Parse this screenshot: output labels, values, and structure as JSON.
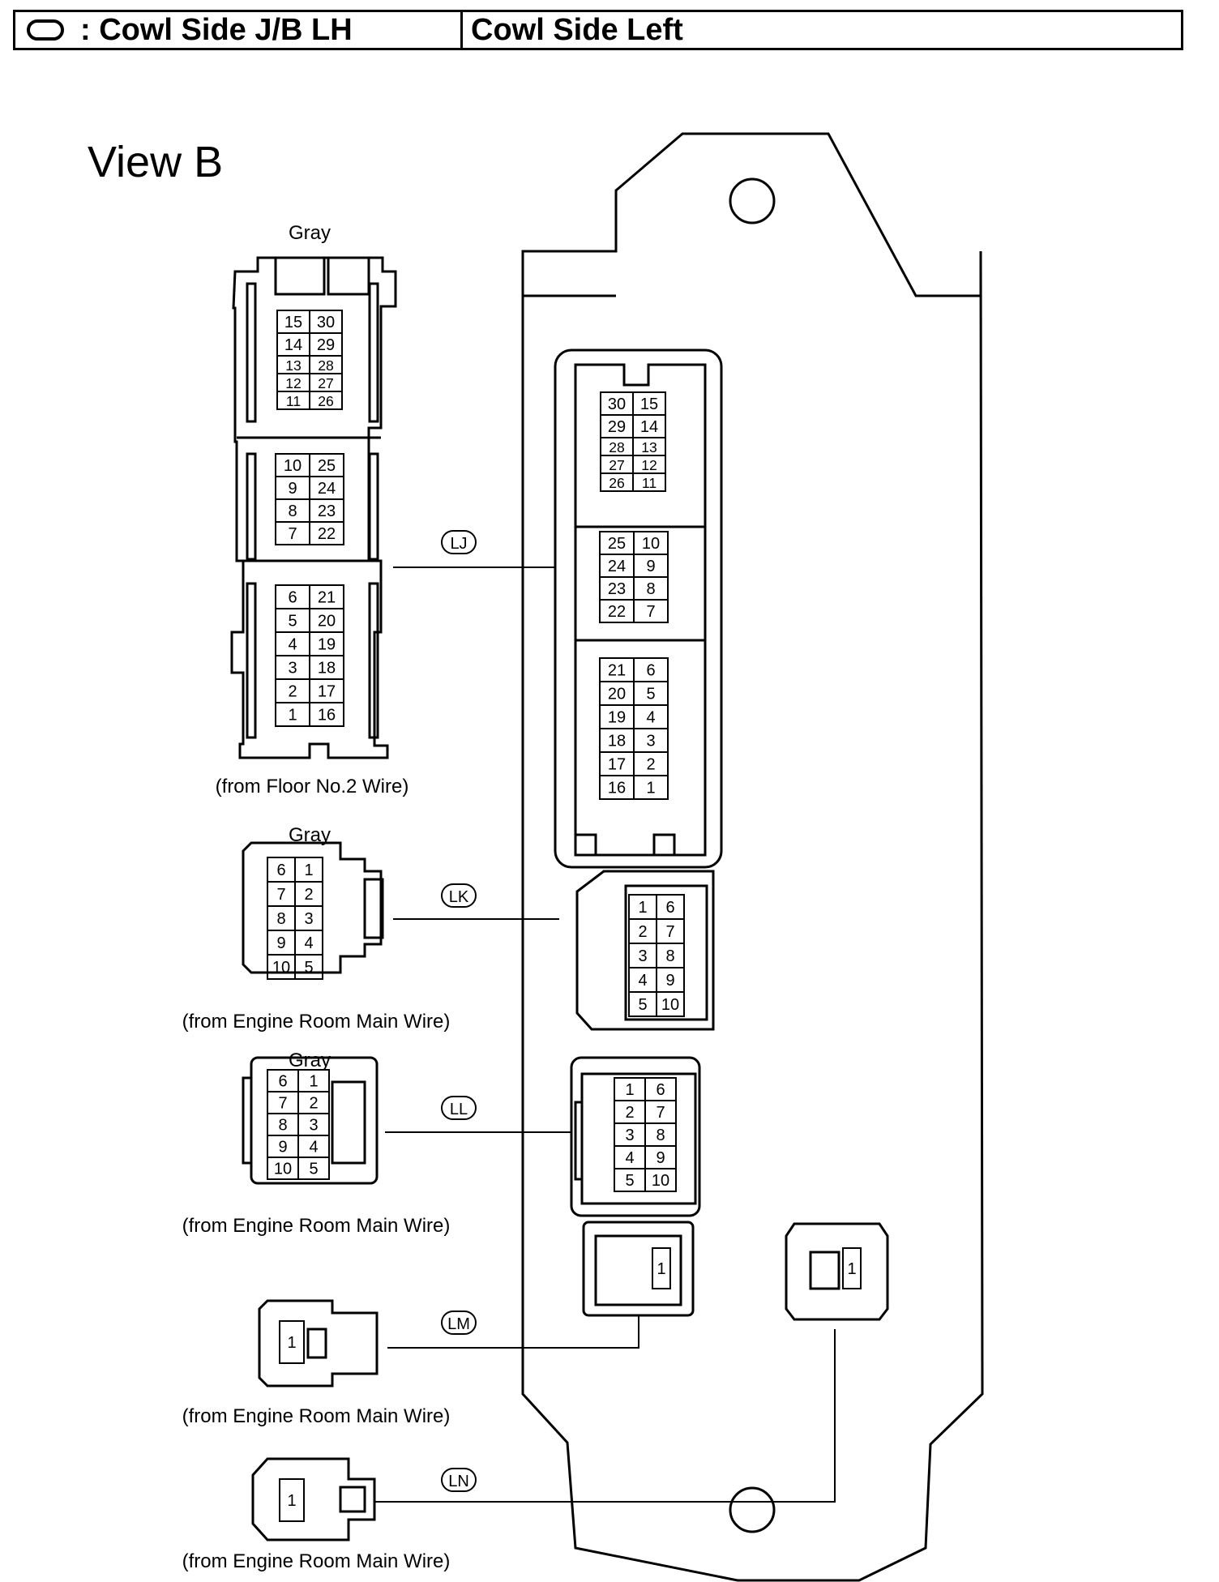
{
  "header": {
    "symbol_icon": "oval-icon",
    "jb_label": ": Cowl Side J/B LH",
    "location": "Cowl Side Left"
  },
  "view_title": "View B",
  "connectors": {
    "LJ": {
      "code": "LJ",
      "color": "Gray",
      "source": "(from Floor No.2 Wire)",
      "pins_plug": [
        [
          "15",
          "30"
        ],
        [
          "14",
          "29"
        ],
        [
          "13",
          "28"
        ],
        [
          "12",
          "27"
        ],
        [
          "11",
          "26"
        ],
        [
          "10",
          "25"
        ],
        [
          "9",
          "24"
        ],
        [
          "8",
          "23"
        ],
        [
          "7",
          "22"
        ],
        [
          "6",
          "21"
        ],
        [
          "5",
          "20"
        ],
        [
          "4",
          "19"
        ],
        [
          "3",
          "18"
        ],
        [
          "2",
          "17"
        ],
        [
          "1",
          "16"
        ]
      ],
      "pins_jb": [
        [
          "30",
          "15"
        ],
        [
          "29",
          "14"
        ],
        [
          "28",
          "13"
        ],
        [
          "27",
          "12"
        ],
        [
          "26",
          "11"
        ],
        [
          "25",
          "10"
        ],
        [
          "24",
          "9"
        ],
        [
          "23",
          "8"
        ],
        [
          "22",
          "7"
        ],
        [
          "21",
          "6"
        ],
        [
          "20",
          "5"
        ],
        [
          "19",
          "4"
        ],
        [
          "18",
          "3"
        ],
        [
          "17",
          "2"
        ],
        [
          "16",
          "1"
        ]
      ]
    },
    "LK": {
      "code": "LK",
      "color": "Gray",
      "source": "(from Engine Room Main Wire)",
      "pins_plug": [
        [
          "6",
          "1"
        ],
        [
          "7",
          "2"
        ],
        [
          "8",
          "3"
        ],
        [
          "9",
          "4"
        ],
        [
          "10",
          "5"
        ]
      ],
      "pins_jb": [
        [
          "1",
          "6"
        ],
        [
          "2",
          "7"
        ],
        [
          "3",
          "8"
        ],
        [
          "4",
          "9"
        ],
        [
          "5",
          "10"
        ]
      ]
    },
    "LL": {
      "code": "LL",
      "color": "Gray",
      "source": "(from Engine Room Main Wire)",
      "pins_plug": [
        [
          "6",
          "1"
        ],
        [
          "7",
          "2"
        ],
        [
          "8",
          "3"
        ],
        [
          "9",
          "4"
        ],
        [
          "10",
          "5"
        ]
      ],
      "pins_jb": [
        [
          "1",
          "6"
        ],
        [
          "2",
          "7"
        ],
        [
          "3",
          "8"
        ],
        [
          "4",
          "9"
        ],
        [
          "5",
          "10"
        ]
      ]
    },
    "LM": {
      "code": "LM",
      "source": "(from Engine Room Main Wire)",
      "pin_plug": "1",
      "pin_jb": "1"
    },
    "LN": {
      "code": "LN",
      "source": "(from Engine Room Main Wire)",
      "pin_plug": "1",
      "pin_jb": "1"
    }
  }
}
